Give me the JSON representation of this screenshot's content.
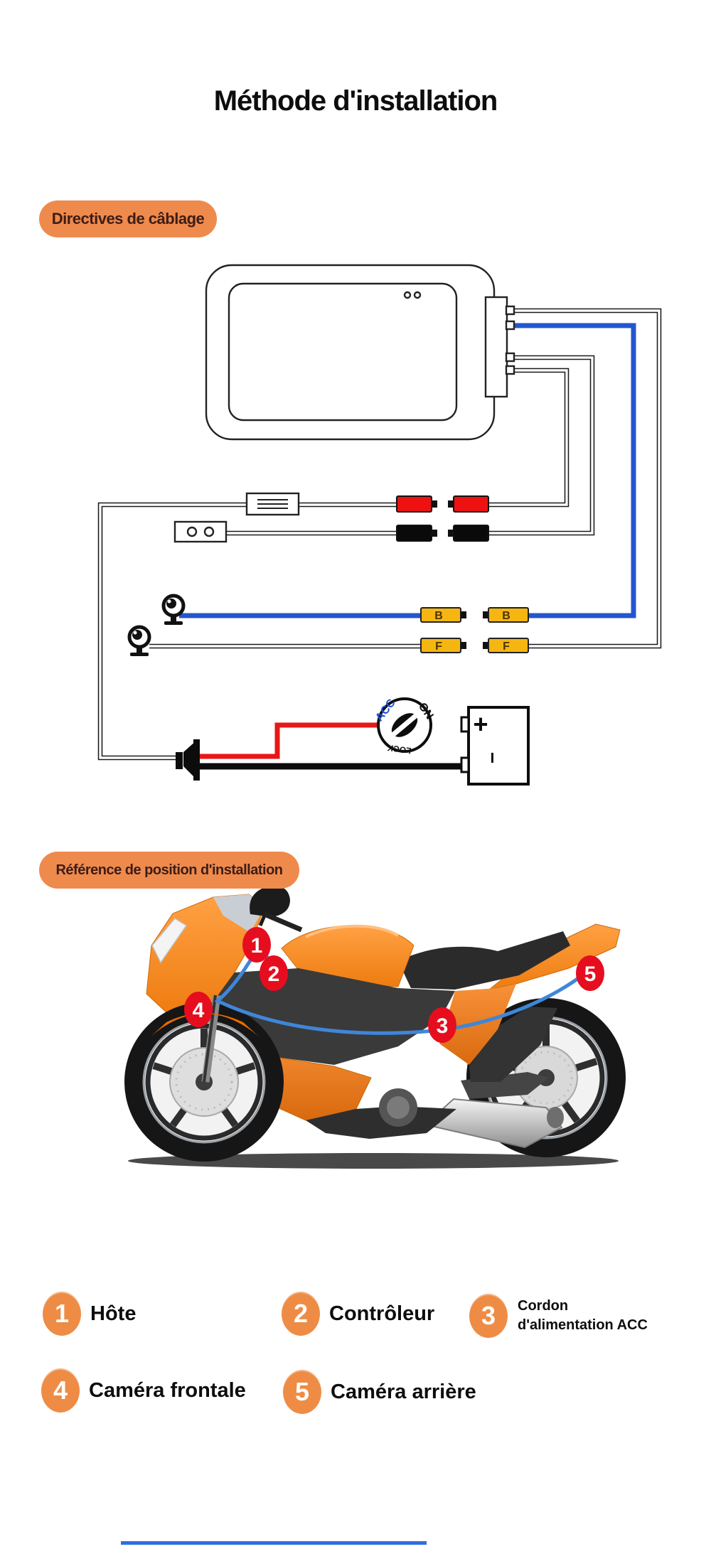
{
  "page": {
    "title": "Méthode d'installation"
  },
  "badges": {
    "wiring": "Directives de câblage",
    "position": "Référence de position d'installation"
  },
  "wiring_diagram": {
    "video_connectors": {
      "back": "B",
      "front": "F"
    },
    "ignition_switch": {
      "acc": "ACC",
      "on": "ON",
      "lock": "LOCK"
    },
    "battery": {
      "plus": "+",
      "minus": "−"
    }
  },
  "installation_markers": [
    {
      "label": "1"
    },
    {
      "label": "2"
    },
    {
      "label": "3"
    },
    {
      "label": "4"
    },
    {
      "label": "5"
    }
  ],
  "legend": [
    {
      "num": "1",
      "label": "Hôte"
    },
    {
      "num": "2",
      "label": "Contrôleur"
    },
    {
      "num": "3",
      "label": "Cordon",
      "label2": "d'alimentation ACC"
    },
    {
      "num": "4",
      "label": "Caméra frontale"
    },
    {
      "num": "5",
      "label": "Caméra arrière"
    }
  ],
  "colors": {
    "badge_orange": "#ef8a4d",
    "legend_orange": "#ee8c45",
    "wire_blue": "#2356cf",
    "connector_red": "#ee1111",
    "connector_yellow": "#f6b612",
    "power_wire_red": "#e81717",
    "marker_red": "#e60d1f",
    "bike_orange": "#f08019"
  }
}
